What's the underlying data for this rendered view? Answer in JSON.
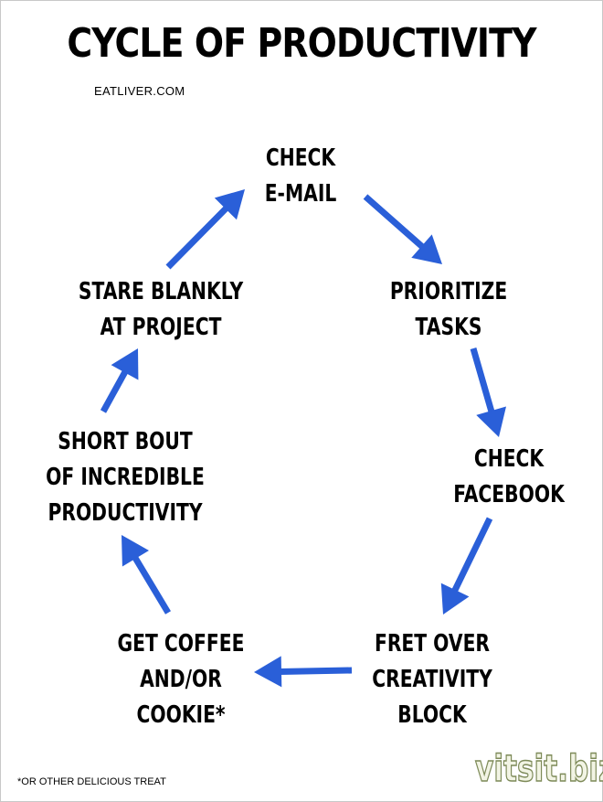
{
  "title": "CYCLE OF PRODUCTIVITY",
  "source": "EATLIVER.COM",
  "nodes": {
    "check_email": [
      "CHECK",
      "E-MAIL"
    ],
    "prioritize_tasks": [
      "PRIORITIZE",
      "TASKS"
    ],
    "check_facebook": [
      "CHECK",
      "FACEBOOK"
    ],
    "fret_block": [
      "FRET OVER",
      "CREATIVITY",
      "BLOCK"
    ],
    "get_coffee": [
      "GET COFFEE",
      "AND/OR",
      "COOKIE*"
    ],
    "short_bout": [
      "SHORT BOUT",
      "OF INCREDIBLE",
      "PRODUCTIVITY"
    ],
    "stare_blankly": [
      "STARE BLANKLY",
      "AT PROJECT"
    ]
  },
  "footnote": "*OR OTHER DELICIOUS TREAT",
  "watermark": "vitsit.biz",
  "colors": {
    "arrow": "#2a5fd8",
    "text": "#000000",
    "background": "#ffffff"
  }
}
